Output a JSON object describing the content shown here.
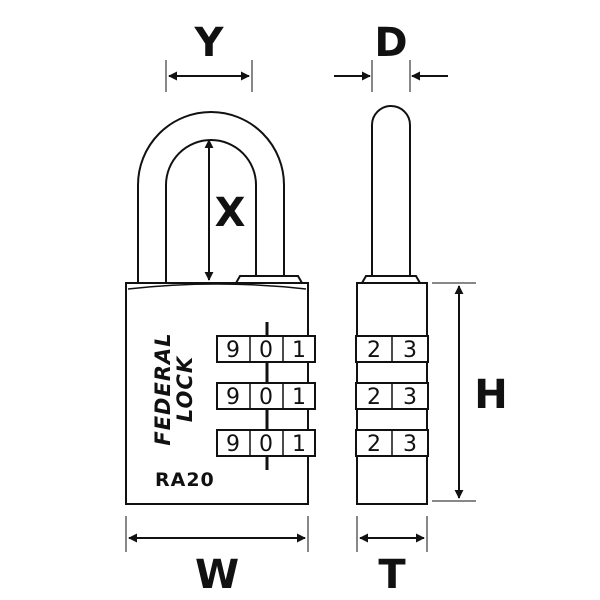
{
  "dimensions": {
    "y": "Y",
    "d": "D",
    "x": "X",
    "h": "H",
    "w": "W",
    "t": "T"
  },
  "lock": {
    "brand_line1": "FEDERAL",
    "brand_line2": "LOCK",
    "model": "RA20"
  },
  "front_dials": [
    [
      "9",
      "0",
      "1"
    ],
    [
      "9",
      "0",
      "1"
    ],
    [
      "9",
      "0",
      "1"
    ]
  ],
  "side_dials": [
    [
      "2",
      "3"
    ],
    [
      "2",
      "3"
    ],
    [
      "2",
      "3"
    ]
  ]
}
